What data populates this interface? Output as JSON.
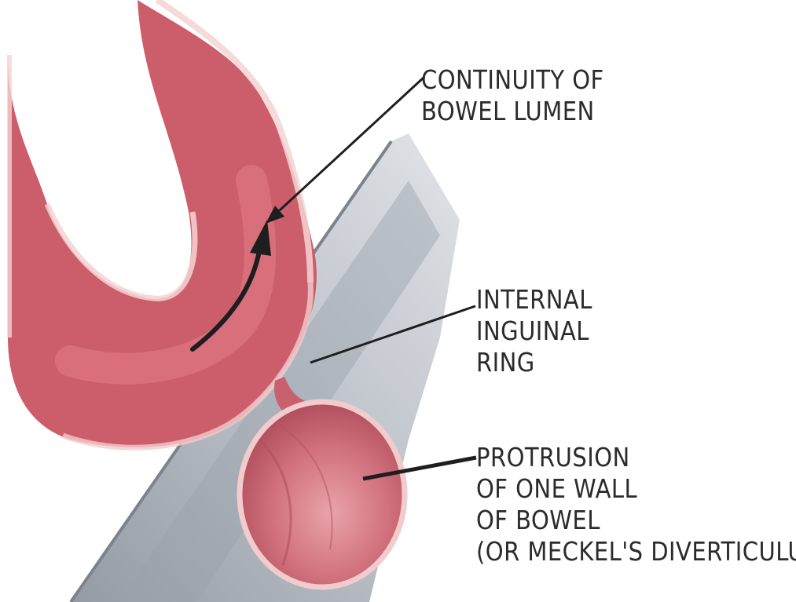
{
  "labels": {
    "continuity": {
      "line1": "CONTINUITY OF",
      "line2": "BOWEL LUMEN"
    },
    "ring": {
      "line1": "INTERNAL",
      "line2": "INGUINAL",
      "line3": "RING"
    },
    "protrusion": {
      "line1": "PROTRUSION",
      "line2": "OF ONE WALL",
      "line3": "OF BOWEL",
      "line4": "(OR MECKEL'S DIVERTICULUM)"
    }
  },
  "colors": {
    "bowel_fill": "#cc5e6c",
    "bowel_edge": "#f4d3d3",
    "bowel_lumen": "#e07c86",
    "peritoneum": "#aeb4bd",
    "arrow": "#1e1e1e",
    "text": "#2b2b2b"
  }
}
